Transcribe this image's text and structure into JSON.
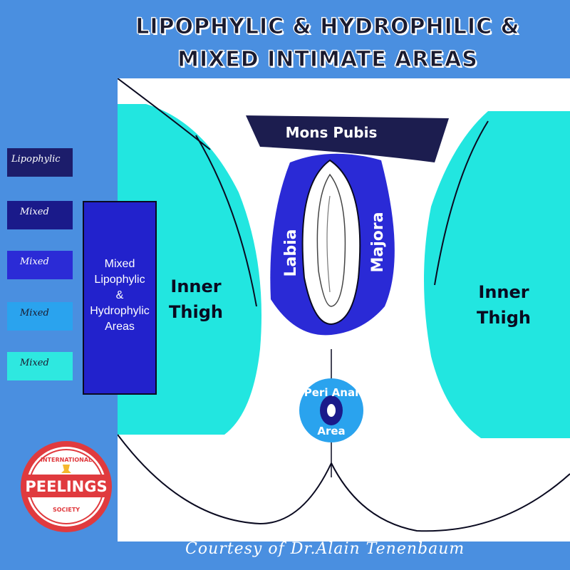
{
  "title": {
    "line1": "LIPOPHYLIC &  HYDROPHILIC &",
    "line2": "MIXED INTIMATE AREAS"
  },
  "legend": {
    "lipophylic": "Lipophylic",
    "mixed_1": "Mixed",
    "mixed_2": "Mixed",
    "mixed_3": "Mixed",
    "mixed_4": "Mixed"
  },
  "mixed_box": {
    "line1": "Mixed",
    "line2": "Lipophylic",
    "line3": "&",
    "line4": "Hydrophylic",
    "line5": "Areas"
  },
  "regions": {
    "mons_pubis": "Mons Pubis",
    "inner_thigh_left_1": "Inner",
    "inner_thigh_left_2": "Thigh",
    "inner_thigh_right_1": "Inner",
    "inner_thigh_right_2": "Thigh",
    "labia": "Labia",
    "majora": "Majora",
    "peri_anal_1": "Peri Anal",
    "peri_anal_2": "Area"
  },
  "logo": {
    "top_text": "INTERNATIONAL",
    "main_text": "PEELINGS",
    "bottom_text": "SOCIETY"
  },
  "credit": "Courtesy of Dr.Alain Tenenbaum",
  "colors": {
    "background": "#4a8fe0",
    "lipophylic": "#1c1d6b",
    "mixed_dark": "#1a1a8a",
    "mixed_blue": "#2b2bd6",
    "mixed_light": "#2aa3ee",
    "mixed_cyan": "#2ee8e0",
    "logo_red": "#e03a3e"
  }
}
